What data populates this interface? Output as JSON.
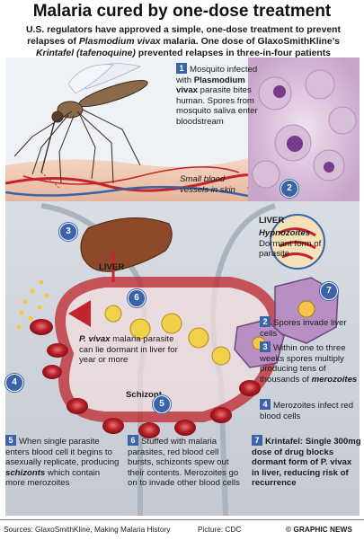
{
  "title": "Malaria cured by one-dose treatment",
  "subtitle": {
    "p1": "U.S. regulators have approved a simple, one-dose treatment to prevent relapses of ",
    "p2": "Plasmodium vivax",
    "p3": " malaria. One dose of GlaxoSmithKline’s ",
    "p4": "Krintafel (tafenoquine)",
    "p5": " prevented relapses in three-in-four patients"
  },
  "steps": {
    "s1": {
      "num": "1",
      "a": "Mosquito infected with ",
      "b": "Plasmodium vivax",
      "c": " parasite bites human. Spores from mosquito saliva enter bloodstream"
    },
    "vessels": "Small blood vessels in skin",
    "s2": {
      "num": "2",
      "text": "Spores invade liver cells"
    },
    "s3": {
      "num": "3",
      "a": "Within one to three weeks spores multiply producing tens of thousands of ",
      "b": "merozoites"
    },
    "s4": {
      "num": "4",
      "text": "Merozoites infect red blood cells"
    },
    "s5": {
      "num": "5",
      "a": "When single parasite enters blood cell it begins to asexually replicate, producing ",
      "b": "schizonts",
      "c": " which contain more merozoites"
    },
    "s6": {
      "num": "6",
      "text": "Stuffed with malaria parasites, red blood cell bursts, schizonts spew out their contents. Merozoites go on to invade other blood cells"
    },
    "s7": {
      "num": "7",
      "text": "Krintafel: Single 300mg dose of drug blocks dormant form of P. vivax in liver, reducing risk of recurrence"
    }
  },
  "labels": {
    "liver1": "LIVER",
    "liver2": "LIVER",
    "hypno_a": "Hypnozoites",
    "hypno_b": "Dormant form of parasite",
    "dormant_a": "P. vivax",
    "dormant_b": " malaria parasite can lie dormant in liver for year or more",
    "schizont": "Schizont"
  },
  "circles": {
    "c1": "1",
    "c2": "2",
    "c3": "3",
    "c4": "4",
    "c5": "5",
    "c6": "6",
    "c7": "7"
  },
  "footer": {
    "sources": "Sources: GlaxoSmithKline, Making Malaria History",
    "picture": "Picture: CDC",
    "credit": "© GRAPHIC NEWS"
  },
  "colors": {
    "accent": "#3b63a8",
    "blood": "#c0262c",
    "liver": "#8c4a2a",
    "micro": "#c9a3c9"
  }
}
